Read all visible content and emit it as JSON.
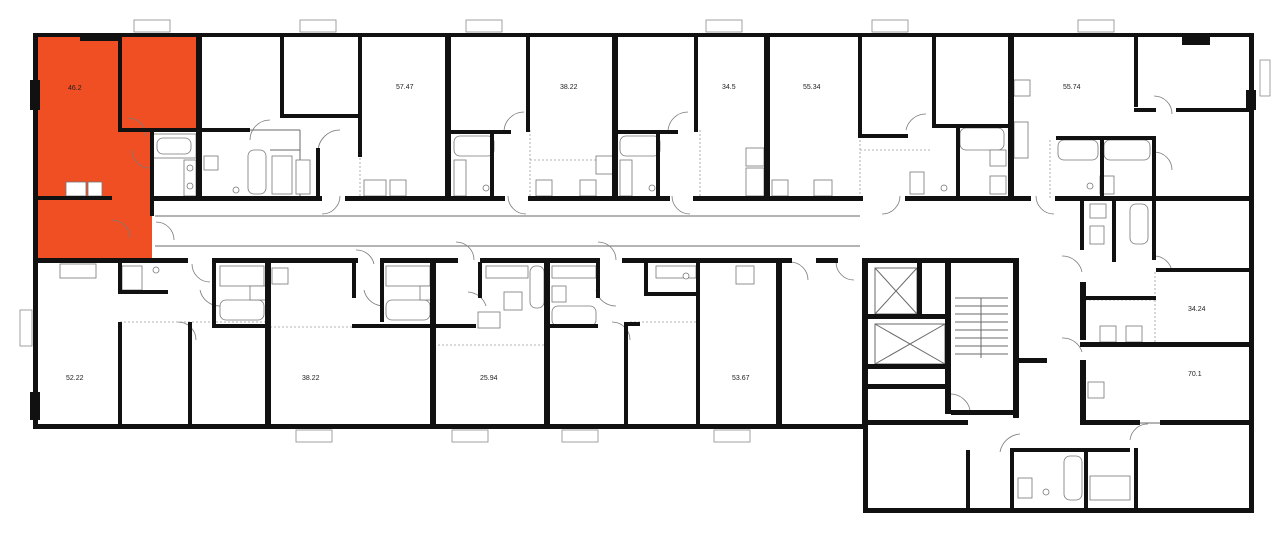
{
  "plan": {
    "highlight_color": "#f04e23",
    "apartments": [
      {
        "id": "a1",
        "area": "46.2",
        "highlighted": true
      },
      {
        "id": "a2",
        "area": "57.47",
        "highlighted": false
      },
      {
        "id": "a3",
        "area": "38.22",
        "highlighted": false
      },
      {
        "id": "a4",
        "area": "34.5",
        "highlighted": false
      },
      {
        "id": "a5",
        "area": "55.34",
        "highlighted": false
      },
      {
        "id": "a6",
        "area": "55.74",
        "highlighted": false
      },
      {
        "id": "a7",
        "area": "52.22",
        "highlighted": false
      },
      {
        "id": "a8",
        "area": "38.22",
        "highlighted": false
      },
      {
        "id": "a9",
        "area": "25.94",
        "highlighted": false
      },
      {
        "id": "a10",
        "area": "53.67",
        "highlighted": false
      },
      {
        "id": "a11",
        "area": "34.24",
        "highlighted": false
      },
      {
        "id": "a12",
        "area": "70.1",
        "highlighted": false
      }
    ]
  }
}
